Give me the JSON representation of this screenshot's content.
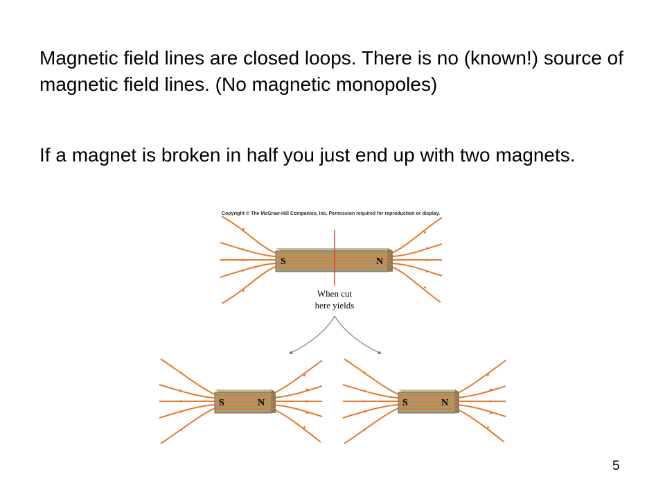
{
  "slide": {
    "paragraphs": [
      "Magnetic field lines are closed loops.  There is no (known!) source of magnetic field lines.  (No magnetic monopoles)",
      "If a magnet is broken in half you just end up with two magnets."
    ],
    "slide_number": "5"
  },
  "figure": {
    "copyright": "Copyright © The McGraw-Hill Companies, Inc. Permission required for reproduction or display.",
    "cut_caption_line1": "When cut",
    "cut_caption_line2": "here yields",
    "pole_south": "S",
    "pole_north": "N",
    "colors": {
      "field_line": "#e8782a",
      "magnet_fill": "#a39a73",
      "magnet_edge": "#6e6a4e",
      "cut_line": "#e3413a",
      "arrow": "#666666"
    }
  }
}
